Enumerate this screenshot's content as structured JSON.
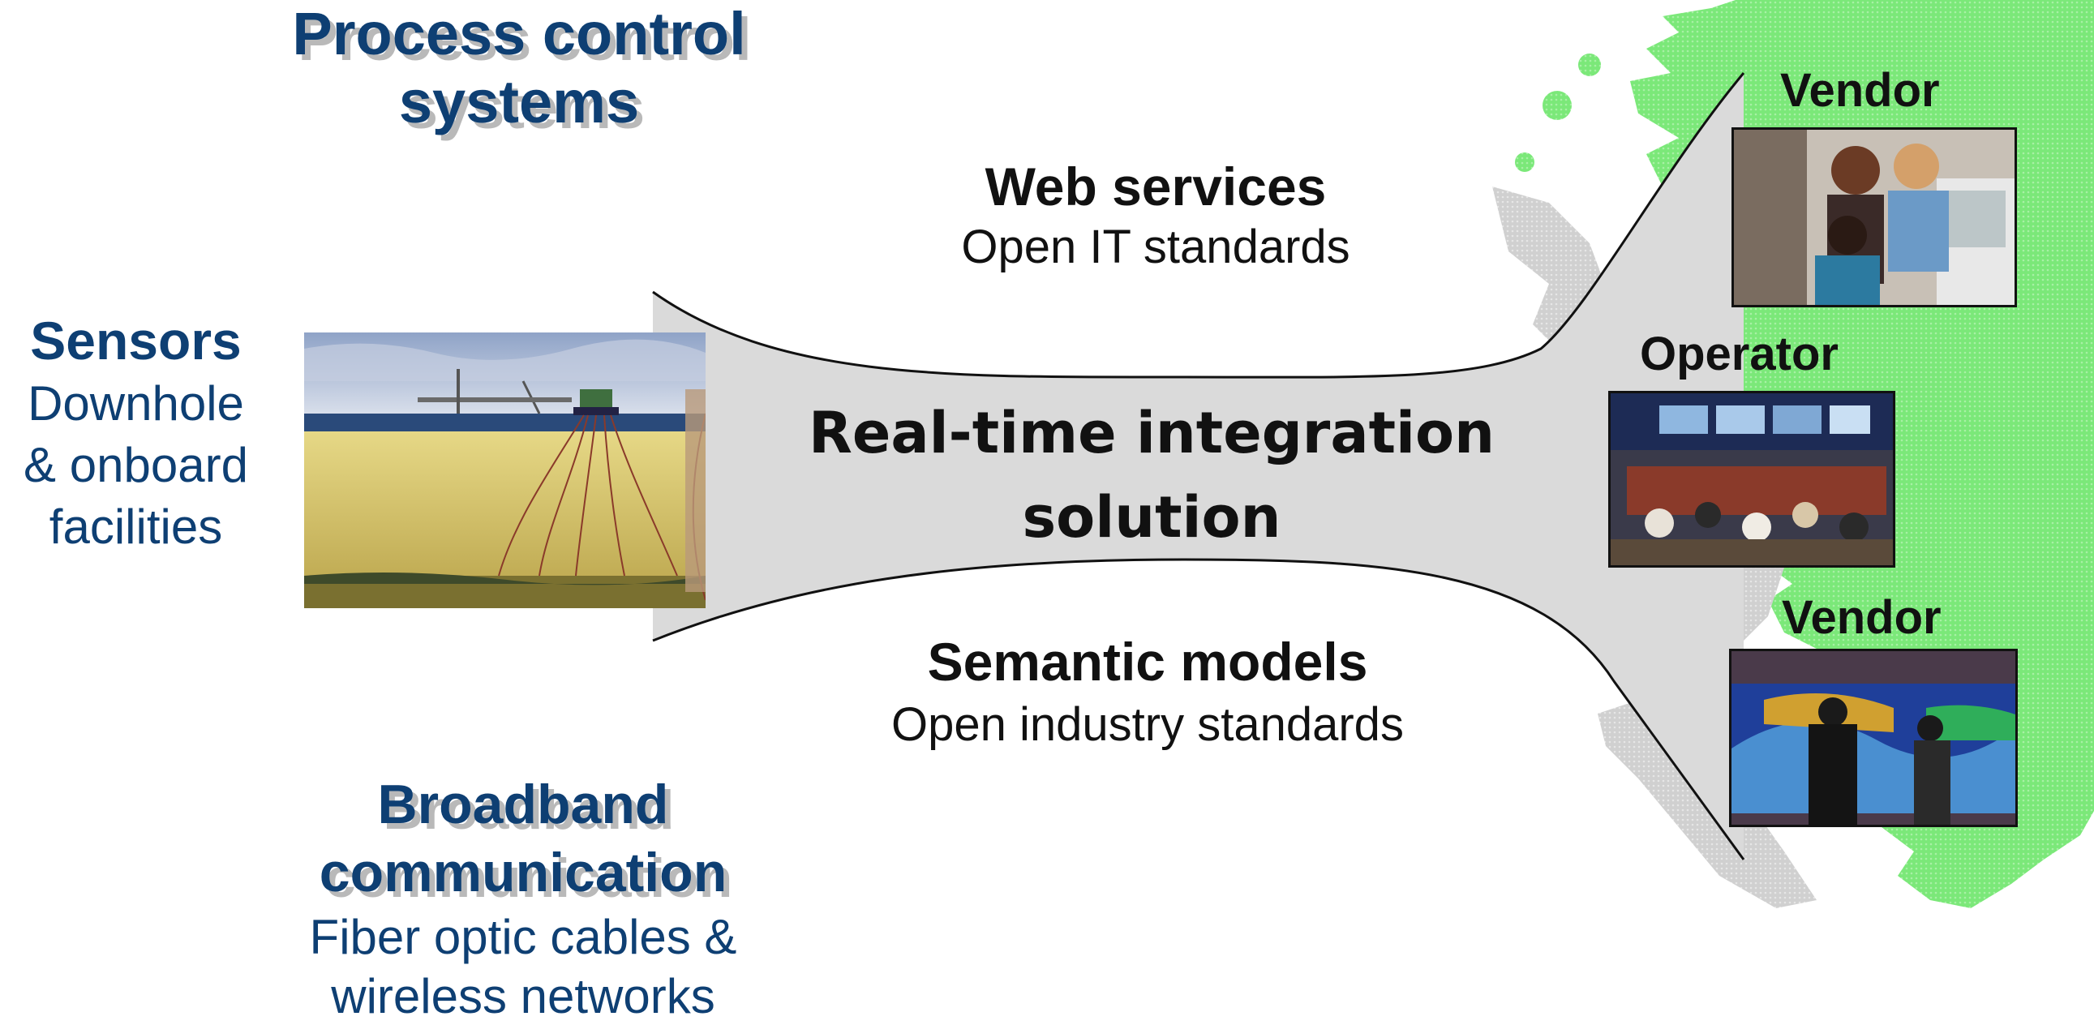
{
  "process_control": {
    "title": "Process control systems"
  },
  "sensors": {
    "title": "Sensors",
    "line1": "Downhole",
    "line2": "& onboard",
    "line3": "facilities"
  },
  "broadband": {
    "title_line1": "Broadband",
    "title_line2": "communication",
    "line1": "Fiber optic cables &",
    "line2": "wireless networks"
  },
  "web_services": {
    "title": "Web services",
    "subtitle": "Open IT standards"
  },
  "integration": {
    "line1": "Real-time integration",
    "line2": "solution"
  },
  "semantic": {
    "title": "Semantic models",
    "subtitle": "Open industry standards"
  },
  "roles": {
    "vendor_top": "Vendor",
    "operator": "Operator",
    "vendor_bottom": "Vendor"
  },
  "colors": {
    "navy": "#0e3f73",
    "map_green": "#7ee87a",
    "funnel_gray": "#dadada"
  }
}
